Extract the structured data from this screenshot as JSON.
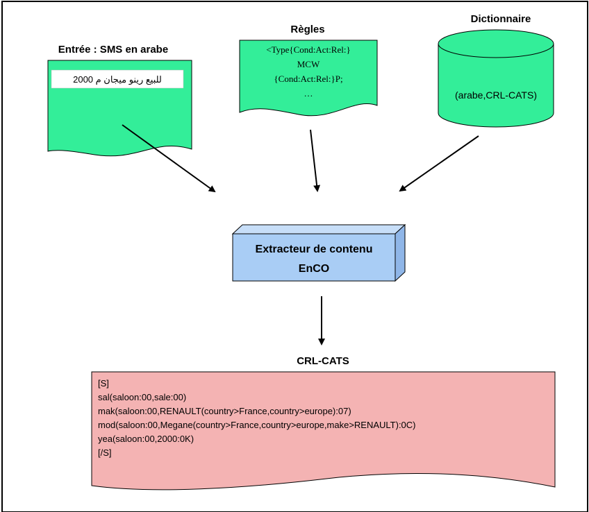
{
  "input": {
    "label": "Entrée : SMS en arabe",
    "sms_text": "للبيع رينو ميجان م 2000"
  },
  "rules": {
    "label": "Règles",
    "lines": [
      "<Type{Cond:Act:Rel:}",
      "MCW",
      "{Cond:Act:Rel:}P;",
      "…"
    ]
  },
  "dictionary": {
    "label": "Dictionnaire",
    "content": "(arabe,CRL-CATS)"
  },
  "extractor": {
    "line1": "Extracteur de contenu",
    "line2": "EnCO"
  },
  "output": {
    "label": "CRL-CATS",
    "lines": [
      "[S]",
      "sal(saloon:00,sale:00)",
      "mak(saloon:00,RENAULT(country>France,country>europe):07)",
      "mod(saloon:00,Megane(country>France,country>europe,make>RENAULT):0C)",
      "yea(saloon:00,2000:0K)",
      "[/S]"
    ]
  },
  "colors": {
    "green": "#33ee99",
    "blue": "#a9cdf5",
    "pink": "#f4b3b3"
  }
}
